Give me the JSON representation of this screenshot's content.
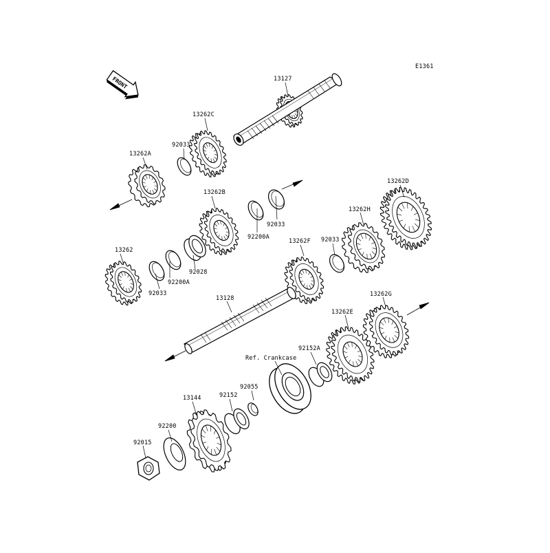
{
  "drawing_code": "E1361",
  "front_label": "FRONT",
  "colors": {
    "line": "#000000",
    "paper": "#ffffff",
    "shade": "#777777"
  },
  "labels": {
    "p13127": "13127",
    "p13262C": "13262C",
    "p92033_top": "92033",
    "p13262A": "13262A",
    "p13262B": "13262B",
    "p92033_mid": "92033",
    "p92200A_mid": "92200A",
    "p13262D": "13262D",
    "p13262H": "13262H",
    "p92033_right": "92033",
    "p13262F": "13262F",
    "p13262": "13262",
    "p92028": "92028",
    "p92200A_left": "92200A",
    "p92033_left": "92033",
    "p13128": "13128",
    "p13262G": "13262G",
    "p13262E": "13262E",
    "p92152A": "92152A",
    "ref_crankcase": "Ref. Crankcase",
    "p92055": "92055",
    "p92152": "92152",
    "p13144": "13144",
    "p92200": "92200",
    "p92015": "92015"
  }
}
